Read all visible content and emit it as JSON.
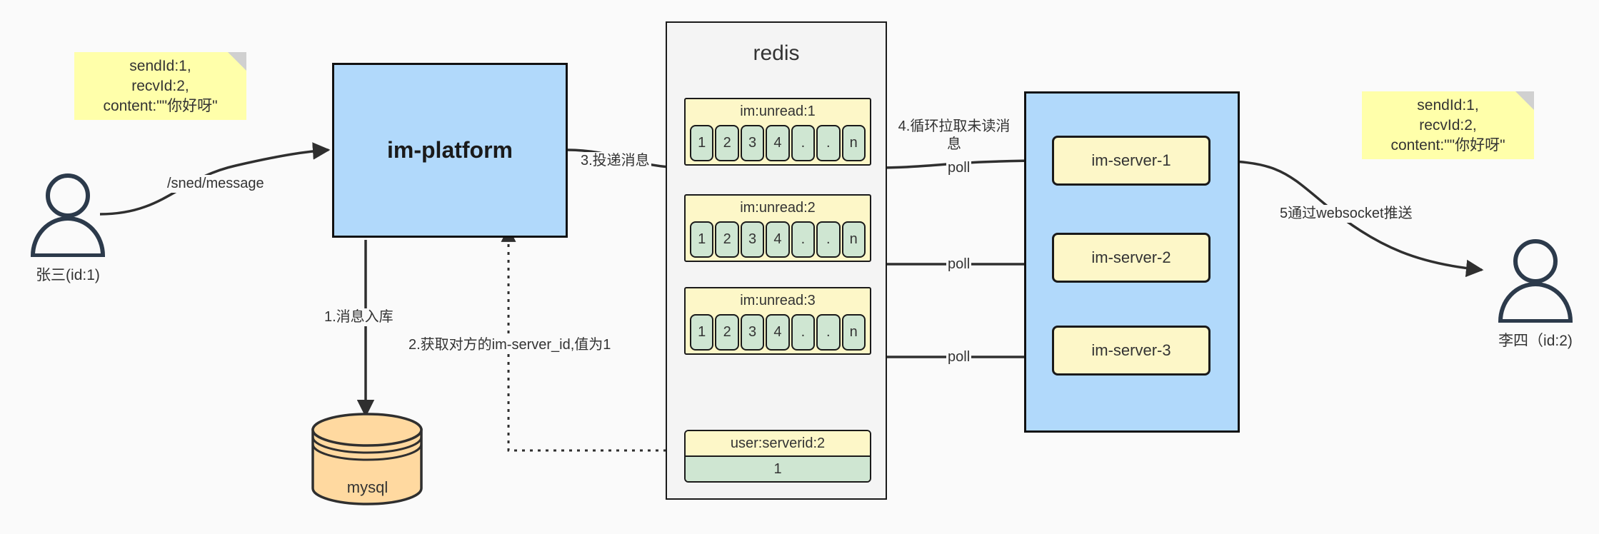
{
  "diagram": {
    "title": "IM message delivery architecture",
    "colors": {
      "note_bg": "#ffffaa",
      "platform_bg": "#b1d9fb",
      "redis_bg": "#f4f4f4",
      "queue_bg": "#fdf7c8",
      "cell_bg": "#cfe6d2",
      "db_bg": "#ffd9a0",
      "stroke": "#1a1a1a",
      "canvas_bg": "#fafafa"
    }
  },
  "notes": {
    "left": "sendId:1,\nrecvId:2,\ncontent:\"\"你好呀\"",
    "right": "sendId:1,\nrecvId:2,\ncontent:\"\"你好呀\""
  },
  "actors": {
    "sender": {
      "label": "张三(id:1)",
      "icon": "user-icon"
    },
    "receiver": {
      "label": "李四（id:2)",
      "icon": "user-icon"
    }
  },
  "platform": {
    "label": "im-platform"
  },
  "database": {
    "label": "mysql",
    "icon": "database-cylinder-icon"
  },
  "redis": {
    "title": "redis",
    "queues": [
      {
        "key": "im:unread:1",
        "cells": [
          "1",
          "2",
          "3",
          "4",
          ".",
          ".",
          "n"
        ]
      },
      {
        "key": "im:unread:2",
        "cells": [
          "1",
          "2",
          "3",
          "4",
          ".",
          ".",
          "n"
        ]
      },
      {
        "key": "im:unread:3",
        "cells": [
          "1",
          "2",
          "3",
          "4",
          ".",
          ".",
          "n"
        ]
      }
    ],
    "kv": {
      "key": "user:serverid:2",
      "value": "1"
    }
  },
  "cluster": {
    "servers": [
      {
        "label": "im-server-1"
      },
      {
        "label": "im-server-2"
      },
      {
        "label": "im-server-3"
      }
    ]
  },
  "edges": {
    "send_message": "/sned/message",
    "step1": "1.消息入库",
    "step2": "2.获取对方的im-server_id,值为1",
    "step3": "3.投递消息",
    "step4": "4.循环拉取未读消\n息",
    "step5": "5通过websocket推送",
    "poll1": "poll",
    "poll2": "poll",
    "poll3": "poll"
  }
}
